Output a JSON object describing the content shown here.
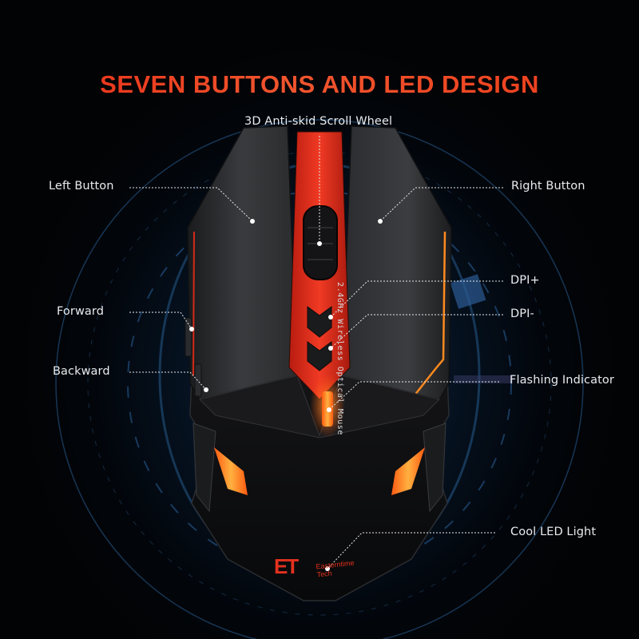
{
  "title": "SEVEN BUTTONS AND LED DESIGN",
  "colors": {
    "title_red": "#ee3b1a",
    "background": "#020304",
    "glow_blue": "#1e5a96",
    "accent_red": "#e4311e",
    "led_orange": "#ff8a1e",
    "label_text": "#e9ecef"
  },
  "callouts": {
    "scroll_wheel": "3D Anti-skid Scroll Wheel",
    "left_button": "Left Button",
    "right_button": "Right Button",
    "dpi_plus": "DPI+",
    "dpi_minus": "DPI-",
    "forward": "Forward",
    "backward": "Backward",
    "flashing_indicator": "Flashing Indicator",
    "cool_led_light": "Cool LED Light"
  },
  "product": {
    "side_text": "2.4GHz Wireless Optical Mouse",
    "logo_mark": "ET",
    "logo_line1": "Easterntime",
    "logo_line2": "Tech"
  }
}
